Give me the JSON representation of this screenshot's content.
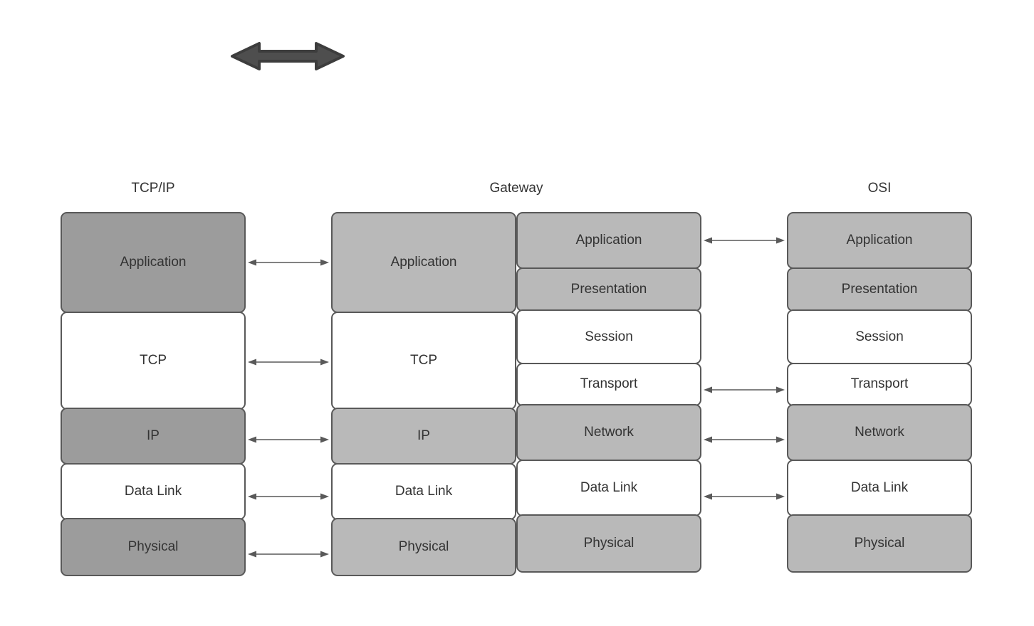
{
  "headers": {
    "tcpip": "TCP/IP",
    "gateway": "Gateway",
    "osi": "OSI"
  },
  "tcpip": {
    "rows": [
      {
        "label": "Application"
      },
      {
        "label": "TCP"
      },
      {
        "label": "IP"
      },
      {
        "label": "Data Link"
      },
      {
        "label": "Physical"
      }
    ]
  },
  "gateway": {
    "left_rows": [
      {
        "label": "Application"
      },
      {
        "label": "TCP"
      },
      {
        "label": "IP"
      },
      {
        "label": "Data Link"
      },
      {
        "label": "Physical"
      }
    ],
    "right_rows": [
      {
        "label": "Application"
      },
      {
        "label": "Presentation"
      },
      {
        "label": "Session"
      },
      {
        "label": "Transport"
      },
      {
        "label": "Network"
      },
      {
        "label": "Data Link"
      },
      {
        "label": "Physical"
      }
    ]
  },
  "osi": {
    "rows": [
      {
        "label": "Application"
      },
      {
        "label": "Presentation"
      },
      {
        "label": "Session"
      },
      {
        "label": "Transport"
      },
      {
        "label": "Network"
      },
      {
        "label": "Data Link"
      },
      {
        "label": "Physical"
      }
    ]
  },
  "colors": {
    "dark_fill": "#9c9c9c",
    "light_fill": "#b9b9b9",
    "white_fill": "#ffffff",
    "border": "#595959",
    "arrow": "#4d4d4d",
    "text": "#333333"
  }
}
